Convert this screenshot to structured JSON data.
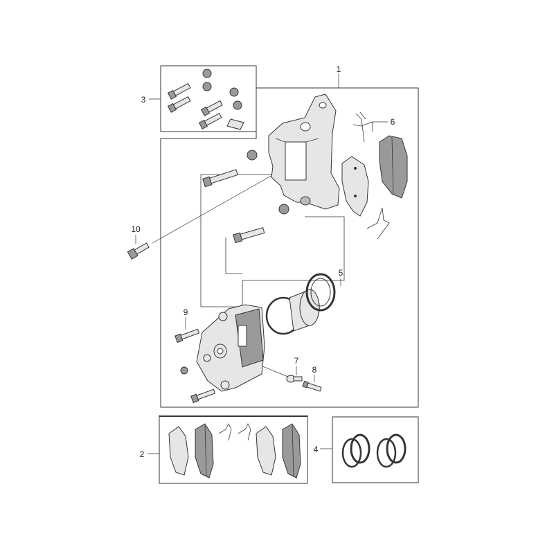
{
  "callouts": {
    "c1": "1",
    "c2": "2",
    "c3": "3",
    "c4": "4",
    "c5": "5",
    "c6": "6",
    "c7": "7",
    "c8": "8",
    "c9": "9",
    "c10": "10"
  },
  "colors": {
    "line": "#333333",
    "part_fill": "#e6e6e6",
    "part_dark": "#9a9a9a",
    "background": "#ffffff"
  }
}
